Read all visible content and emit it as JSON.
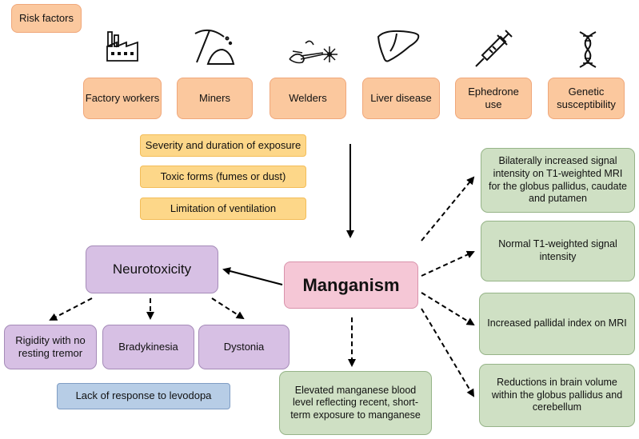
{
  "risk_factors_label": "Risk factors",
  "risk_factors": [
    {
      "label": "Factory workers",
      "icon": "factory-icon"
    },
    {
      "label": "Miners",
      "icon": "pickaxe-icon"
    },
    {
      "label": "Welders",
      "icon": "welding-torch-icon"
    },
    {
      "label": "Liver disease",
      "icon": "liver-icon"
    },
    {
      "label": "Ephedrone use",
      "icon": "syringe-icon"
    },
    {
      "label": "Genetic susceptibility",
      "icon": "dna-icon"
    }
  ],
  "exposure_factors": [
    "Severity and duration of exposure",
    "Toxic forms (fumes or dust)",
    "Limitation of ventilation"
  ],
  "center": "Manganism",
  "neurotoxicity": {
    "title": "Neurotoxicity",
    "symptoms": [
      "Rigidity with no resting tremor",
      "Bradykinesia",
      "Dystonia"
    ],
    "note": "Lack of response to levodopa"
  },
  "blood_finding": "Elevated manganese blood level reflecting recent, short-term exposure to manganese",
  "imaging_findings": [
    "Bilaterally increased signal intensity on T1-weighted MRI for the globus pallidus, caudate and putamen",
    "Normal T1-weighted signal intensity",
    "Increased pallidal index on MRI",
    "Reductions in brain volume within the globus pallidus and cerebellum"
  ],
  "colors": {
    "risk": "#fbc89e",
    "exposure": "#fdd789",
    "neuro": "#d7c0e4",
    "imaging": "#cfe0c4",
    "levodopa": "#b7cde6",
    "center": "#f5c7d6"
  }
}
